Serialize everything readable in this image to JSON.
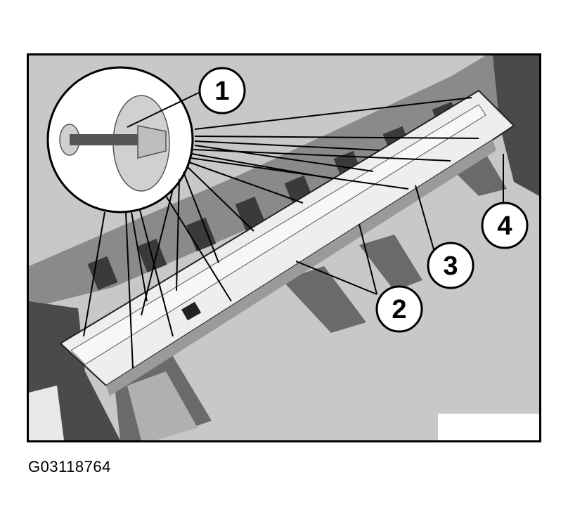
{
  "figure": {
    "callouts": [
      "1",
      "2",
      "3",
      "4"
    ]
  },
  "caption": "G03118764",
  "colors": {
    "background": "#c8c8c8",
    "panel": "#e8e8e8",
    "dark_part": "#4a4a4a",
    "line": "#000000",
    "label_fill": "#ffffff"
  }
}
